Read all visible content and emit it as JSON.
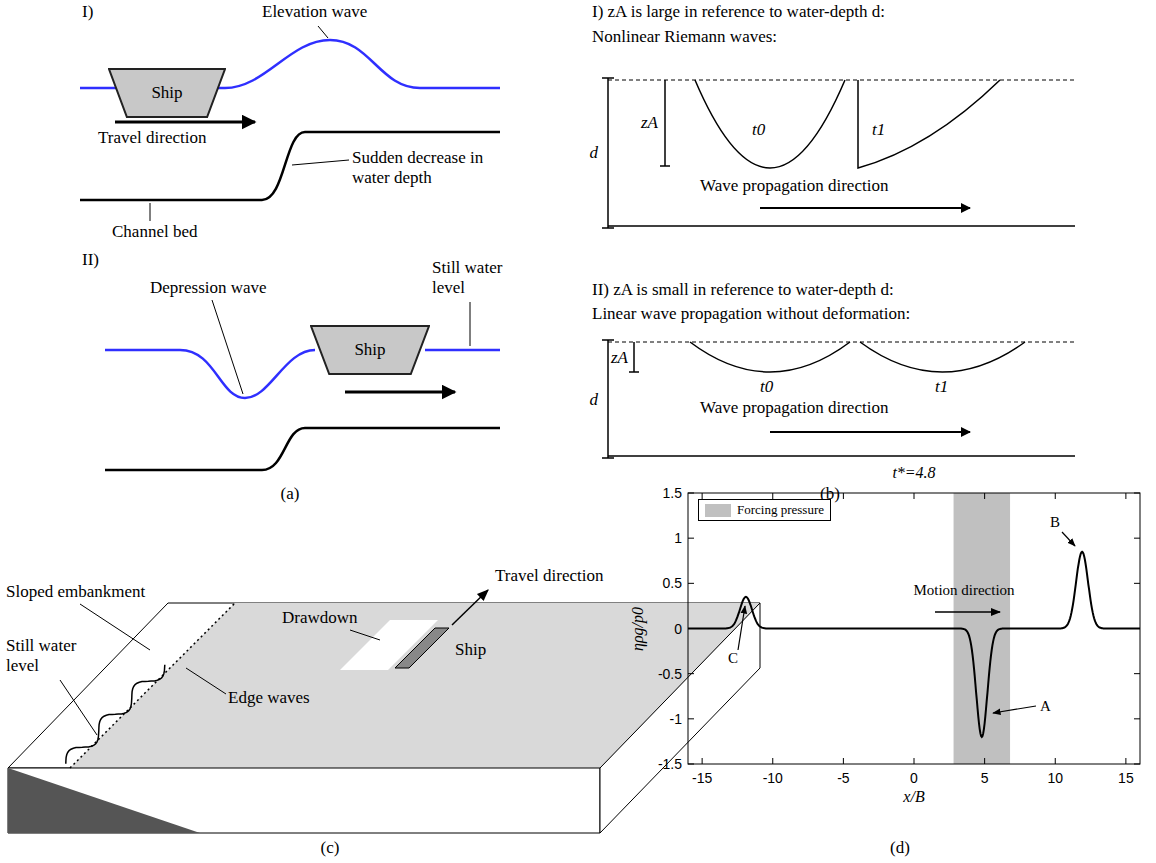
{
  "diagram": {
    "nodes": [
      {
        "text": [
          "Ship"
        ]
      },
      {
        "text": [
          "Ship"
        ]
      }
    ],
    "labels": [
      "I)",
      "Elevation wave",
      "Travel direction",
      "Sudden decrease in water depth",
      "Channel bed",
      "II)",
      "Depression wave",
      "Still water level",
      "(a)",
      "I) zA is large in reference to water-depth d:",
      "Nonlinear Riemann waves:",
      "zA",
      "t0",
      "t1",
      "d",
      "Wave propagation direction",
      "II) zA is small in reference to water-depth d:",
      "Linear wave propagation without deformation:",
      "zA",
      "t0",
      "t1",
      "d",
      "Wave propagation direction",
      "(b)",
      "Sloped embankment",
      "Still water level",
      "Edge waves",
      "Drawdown",
      "Ship",
      "Travel direction",
      "(c)",
      "t*=4.8",
      "1.5",
      "1",
      "0.5",
      "0",
      "-0.5",
      "-1",
      "-1.5",
      "-15",
      "-10",
      "-5",
      "0",
      "5",
      "10",
      "15",
      "ηρg/p0",
      "x/B",
      "Motion direction",
      "A",
      "B",
      "C",
      "(d)"
    ],
    "legend": [
      {
        "text": "Forcing pressure",
        "color": "#c0c0c0"
      }
    ]
  }
}
